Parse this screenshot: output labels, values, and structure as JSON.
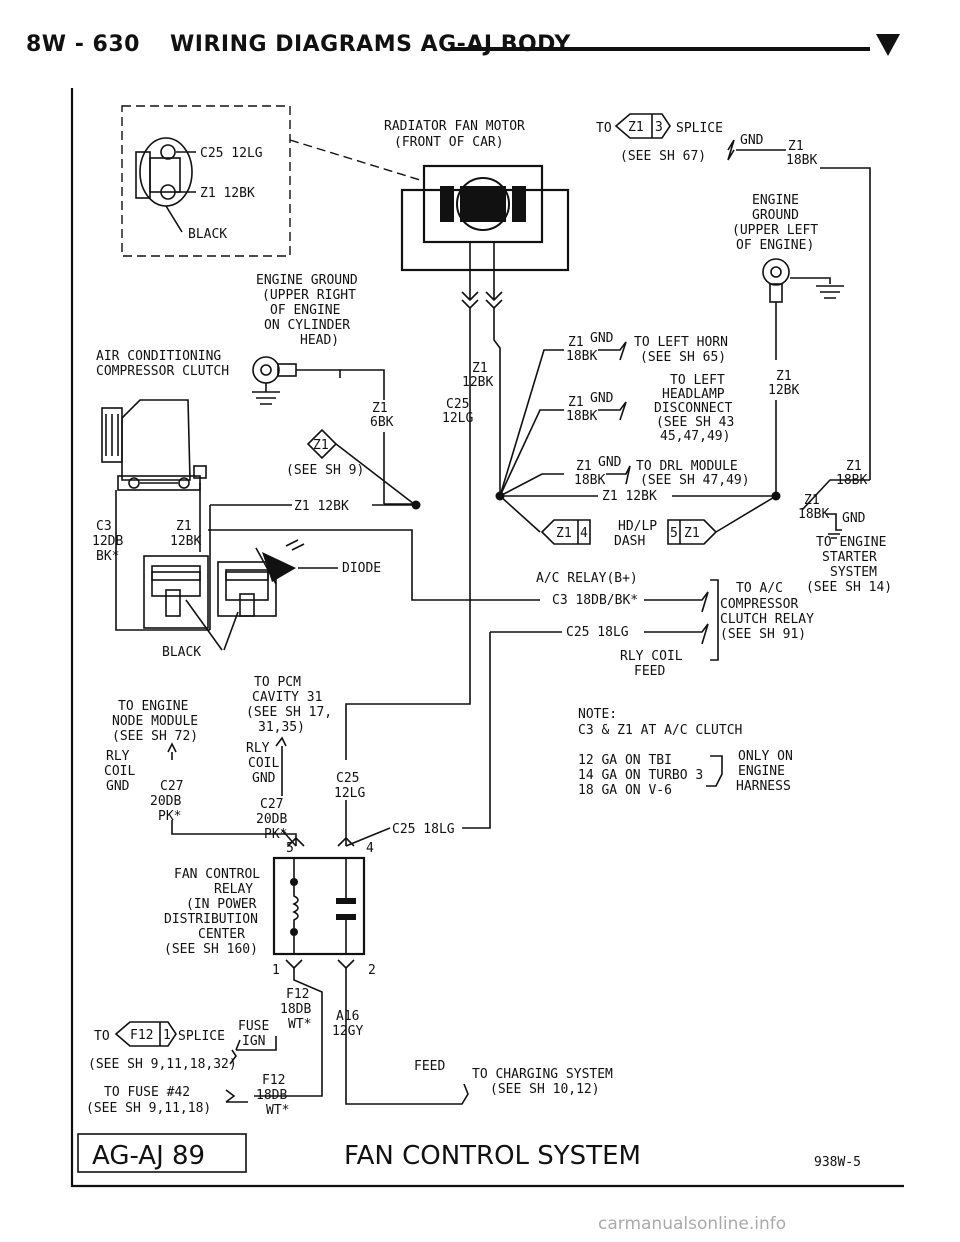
{
  "header": {
    "page_number": "8W - 630",
    "title": "WIRING DIAGRAMS AG-AJ BODY"
  },
  "connector_legend": {
    "c25": "C25 12LG",
    "z1": "Z1 12BK",
    "color": "BLACK"
  },
  "radiator_fan_motor": [
    "RADIATOR FAN MOTOR",
    "(FRONT OF CAR)"
  ],
  "splice_top": {
    "to": "TO",
    "badge": "Z1",
    "badge_num": "3",
    "splice": "SPLICE",
    "see": "(SEE SH 67)",
    "gnd": "GND",
    "z1": "Z1",
    "gauge": "18BK"
  },
  "engine_ground_left": [
    "ENGINE",
    "GROUND",
    "(UPPER LEFT",
    "OF ENGINE)"
  ],
  "engine_ground_right": [
    "ENGINE GROUND",
    "(UPPER RIGHT",
    "OF ENGINE",
    "ON CYLINDER",
    "HEAD)"
  ],
  "ac_clutch": [
    "AIR CONDITIONING",
    "COMPRESSOR CLUTCH"
  ],
  "wires": {
    "z1": "Z1",
    "12bk": "12BK",
    "6bk": "6BK",
    "c25": "C25",
    "12lg": "12LG",
    "z1_12bk": "Z1 12BK",
    "z1_gauge": "18BK",
    "gnd": "GND",
    "c3": "C3",
    "12db": "12DB",
    "bk_star": "BK*",
    "see_sh_9": "(SEE SH 9)",
    "diode": "DIODE",
    "black": "BLACK",
    "c3_18db": "C3 18DB/BK*",
    "c25_18lg": "C25 18LG",
    "ac_relay": "A/C RELAY(B+)",
    "rly_coil_feed": [
      "RLY COIL",
      "FEED"
    ]
  },
  "branches": {
    "left_horn": [
      "TO LEFT HORN",
      "(SEE SH 65)"
    ],
    "headlamp": [
      "TO LEFT",
      "HEADLAMP",
      "DISCONNECT",
      "(SEE SH 43",
      "45,47,49)"
    ],
    "drl": [
      "TO DRL MODULE",
      "(SEE SH 47,49)"
    ],
    "hdlp": [
      "HD/LP",
      "DASH"
    ],
    "hdlp_badge1": "Z1",
    "hdlp_badge1_num": "4",
    "hdlp_badge2": "Z1",
    "hdlp_badge2_num": "5",
    "engine_starter": [
      "TO ENGINE",
      "STARTER",
      "SYSTEM",
      "(SEE SH 14)"
    ],
    "ac_compressor_relay": [
      "TO A/C",
      "COMPRESSOR",
      "CLUTCH RELAY",
      "(SEE SH 91)"
    ]
  },
  "pcm": [
    "TO PCM",
    "CAVITY 31",
    "(SEE SH 17,",
    "31,35)"
  ],
  "engine_node": [
    "TO ENGINE",
    "NODE MODULE",
    "(SEE SH 72)"
  ],
  "rly_coil_gnd_left": [
    "RLY",
    "COIL",
    "GND"
  ],
  "rly_coil_gnd_mid": [
    "RLY",
    "COIL",
    "GND"
  ],
  "c27_left": [
    "C27",
    "20DB",
    "PK*"
  ],
  "c27_mid": [
    "C27",
    "20DB",
    "PK*"
  ],
  "c25_12lg_lower": [
    "C25",
    "12LG"
  ],
  "c25_18lg_lower": "C25 18LG",
  "note": {
    "title": "NOTE:",
    "line1": "C3 & Z1 AT A/C CLUTCH",
    "gauges": [
      "12 GA ON TBI",
      "14 GA ON TURBO 3",
      "18 GA ON V-6"
    ],
    "only": [
      "ONLY ON",
      "ENGINE",
      "HARNESS"
    ]
  },
  "fan_relay": [
    "FAN CONTROL",
    "RELAY",
    "(IN POWER",
    "DISTRIBUTION",
    "CENTER",
    "(SEE SH 160)"
  ],
  "pins": {
    "p1": "1",
    "p2": "2",
    "p4": "4",
    "p5": "5"
  },
  "f12_top": [
    "F12",
    "18DB",
    "WT*"
  ],
  "a16": [
    "A16",
    "12GY"
  ],
  "fuse_ign": [
    "FUSE",
    "IGN"
  ],
  "splice_bottom": {
    "to": "TO",
    "badge": "F12",
    "badge_num": "1",
    "splice": "SPLICE",
    "see": "(SEE SH 9,11,18,32)"
  },
  "fuse42": [
    "TO FUSE #42",
    "(SEE SH 9,11,18)"
  ],
  "f12_bottom": [
    "F12",
    "18DB",
    "WT*"
  ],
  "feed": "FEED",
  "charging": [
    "TO CHARGING SYSTEM",
    "(SEE SH 10,12)"
  ],
  "footer": {
    "code": "AG-AJ 89",
    "system": "FAN CONTROL SYSTEM",
    "ref": "938W-5"
  },
  "watermark": "carmanualsonline.info"
}
